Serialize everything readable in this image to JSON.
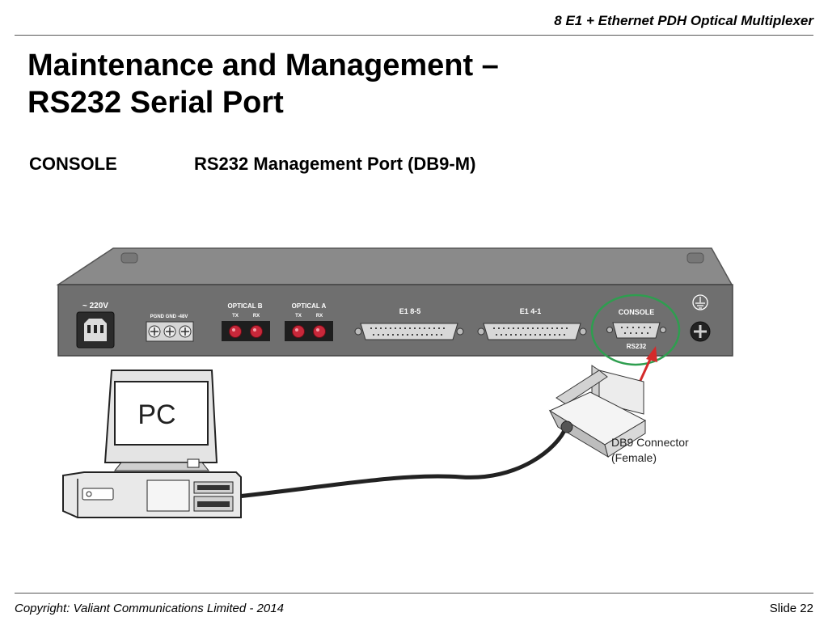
{
  "header": {
    "title": "8 E1 + Ethernet PDH Optical Multiplexer"
  },
  "slide": {
    "title_line1": "Maintenance and Management –",
    "title_line2": "RS232 Serial Port",
    "definition": {
      "term": "CONSOLE",
      "description": "RS232 Management Port (DB9-M)"
    }
  },
  "diagram": {
    "panel_labels": {
      "power": "~ 220V",
      "terminals": "PGND GND -48V",
      "optical_b": "OPTICAL B",
      "optical_a": "OPTICAL A",
      "tx": "TX",
      "rx": "RX",
      "e1_8_5": "E1 8-5",
      "e1_4_1": "E1 4-1",
      "console": "CONSOLE",
      "rs232": "RS232"
    },
    "pc_label": "PC",
    "connector_label_line1": "DB9 Connector",
    "connector_label_line2": "(Female)",
    "colors": {
      "panel": "#6f6f6f",
      "highlight_circle": "#2e9e4f",
      "arrow": "#d42a2a",
      "led": "#c8283a"
    },
    "icons": [
      "power-inlet-icon",
      "ground-symbol-icon",
      "screw-icon",
      "pc-computer-icon",
      "db9-connector-icon"
    ]
  },
  "footer": {
    "copyright": "Copyright: Valiant Communications Limited - 2014",
    "slide_number": "Slide 22"
  }
}
